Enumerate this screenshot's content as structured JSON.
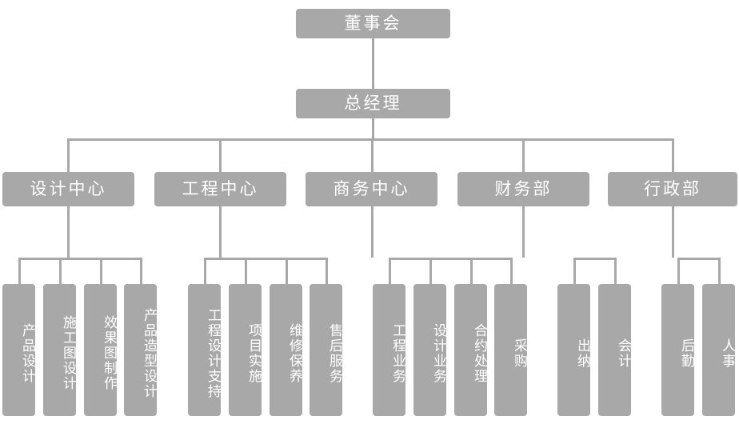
{
  "chart_data": {
    "type": "diagram",
    "diagram_kind": "organization-chart",
    "title": "",
    "orientation": "top-down",
    "levels": 3,
    "node_color": "#a8a8a8",
    "text_color": "#ffffff",
    "line_color": "#a8a8a8",
    "background": "#ffffff",
    "nodes": [
      {
        "id": "board",
        "label": "董事会",
        "level": 1,
        "parent": null
      },
      {
        "id": "gm",
        "label": "总经理",
        "level": 2,
        "parent": "board"
      },
      {
        "id": "design",
        "label": "设计中心",
        "level": 3,
        "parent": "gm"
      },
      {
        "id": "engineering",
        "label": "工程中心",
        "level": 3,
        "parent": "gm"
      },
      {
        "id": "business",
        "label": "商务中心",
        "level": 3,
        "parent": "gm"
      },
      {
        "id": "finance",
        "label": "财务部",
        "level": 3,
        "parent": "gm"
      },
      {
        "id": "admin",
        "label": "行政部",
        "level": 3,
        "parent": "gm"
      },
      {
        "id": "product-design",
        "label": "产品设计",
        "level": 4,
        "parent": "design"
      },
      {
        "id": "construction-drawing",
        "label": "施工图设计",
        "level": 4,
        "parent": "design"
      },
      {
        "id": "rendering",
        "label": "效果图制作",
        "level": 4,
        "parent": "design"
      },
      {
        "id": "product-modeling",
        "label": "产品造型设计",
        "level": 4,
        "parent": "design"
      },
      {
        "id": "engineering-support",
        "label": "工程设计支持",
        "level": 4,
        "parent": "engineering"
      },
      {
        "id": "project-implementation",
        "label": "项目实施",
        "level": 4,
        "parent": "engineering"
      },
      {
        "id": "maintenance",
        "label": "维修保养",
        "level": 4,
        "parent": "engineering"
      },
      {
        "id": "after-sales",
        "label": "售后服务",
        "level": 4,
        "parent": "engineering"
      },
      {
        "id": "engineering-business",
        "label": "工程业务",
        "level": 4,
        "parent": "business"
      },
      {
        "id": "design-business",
        "label": "设计业务",
        "level": 4,
        "parent": "business"
      },
      {
        "id": "contract-handling",
        "label": "合约处理",
        "level": 4,
        "parent": "business"
      },
      {
        "id": "procurement",
        "label": "采购",
        "level": 4,
        "parent": "business"
      },
      {
        "id": "cashier",
        "label": "出纳",
        "level": 4,
        "parent": "finance"
      },
      {
        "id": "accounting",
        "label": "会计",
        "level": 4,
        "parent": "finance"
      },
      {
        "id": "logistics",
        "label": "后勤",
        "level": 4,
        "parent": "admin"
      },
      {
        "id": "human-resources",
        "label": "人事",
        "level": 4,
        "parent": "admin"
      }
    ]
  },
  "tier1": {
    "board": "董事会",
    "general_manager": "总经理"
  },
  "tier2": [
    {
      "key": "design",
      "label": "设计中心"
    },
    {
      "key": "engineering",
      "label": "工程中心"
    },
    {
      "key": "business",
      "label": "商务中心"
    },
    {
      "key": "finance",
      "label": "财务部"
    },
    {
      "key": "admin",
      "label": "行政部"
    }
  ],
  "tier3": {
    "design": [
      {
        "key": "product-design",
        "label": "产品设计"
      },
      {
        "key": "construction-drawing",
        "label": "施工图设计"
      },
      {
        "key": "rendering",
        "label": "效果图制作"
      },
      {
        "key": "product-modeling",
        "label": "产品造型设计"
      }
    ],
    "engineering": [
      {
        "key": "engineering-support",
        "label": "工程设计支持"
      },
      {
        "key": "project-implementation",
        "label": "项目实施"
      },
      {
        "key": "maintenance",
        "label": "维修保养"
      },
      {
        "key": "after-sales",
        "label": "售后服务"
      }
    ],
    "business": [
      {
        "key": "engineering-business",
        "label": "工程业务"
      },
      {
        "key": "design-business",
        "label": "设计业务"
      },
      {
        "key": "contract-handling",
        "label": "合约处理"
      },
      {
        "key": "procurement",
        "label": "采购"
      }
    ],
    "finance": [
      {
        "key": "cashier",
        "label": "出纳"
      },
      {
        "key": "accounting",
        "label": "会计"
      }
    ],
    "admin": [
      {
        "key": "logistics",
        "label": "后勤"
      },
      {
        "key": "human-resources",
        "label": "人事"
      }
    ]
  }
}
